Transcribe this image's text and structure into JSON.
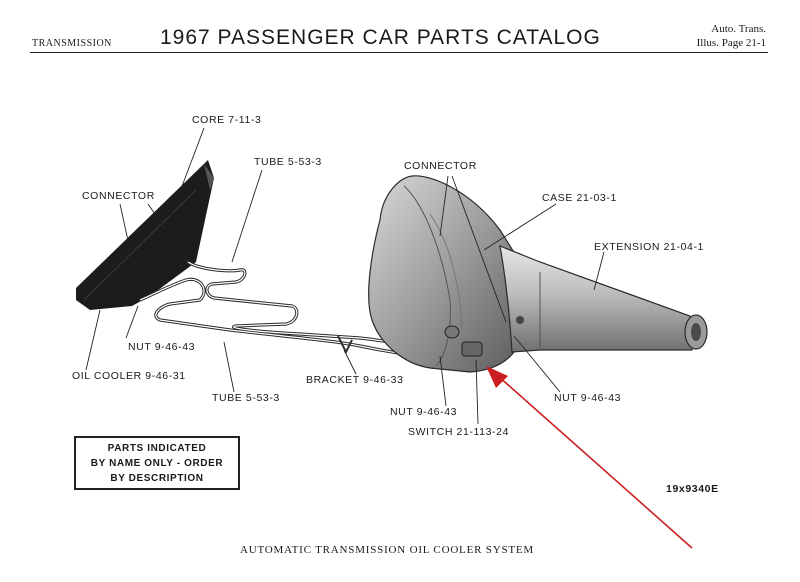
{
  "header": {
    "section": "TRANSMISSION",
    "title": "1967 PASSENGER CAR PARTS CATALOG",
    "ref_line1": "Auto. Trans.",
    "ref_line2": "Illus. Page 21-1"
  },
  "labels": {
    "core": "CORE 7-11-3",
    "tube_top": "TUBE 5-53-3",
    "connector_left": "CONNECTOR",
    "connector_right": "CONNECTOR",
    "case": "CASE 21-03-1",
    "extension": "EXTENSION 21-04-1",
    "nut_left": "NUT 9-46-43",
    "oil_cooler": "OIL COOLER 9-46-31",
    "tube_bottom": "TUBE 5-53-3",
    "bracket": "BRACKET 9-46-33",
    "nut_center": "NUT 9-46-43",
    "switch": "SWITCH 21-113-24",
    "nut_right": "NUT 9-46-43"
  },
  "note_box": {
    "line1": "PARTS INDICATED",
    "line2": "BY NAME ONLY - ORDER",
    "line3": "BY DESCRIPTION"
  },
  "figure_number": "19x9340E",
  "caption": "AUTOMATIC TRANSMISSION OIL COOLER SYSTEM",
  "colors": {
    "ink": "#1a1a1a",
    "arrow": "#cc1f1f",
    "cooler": "#1c1c1c",
    "metal": "#b8b8b8"
  }
}
